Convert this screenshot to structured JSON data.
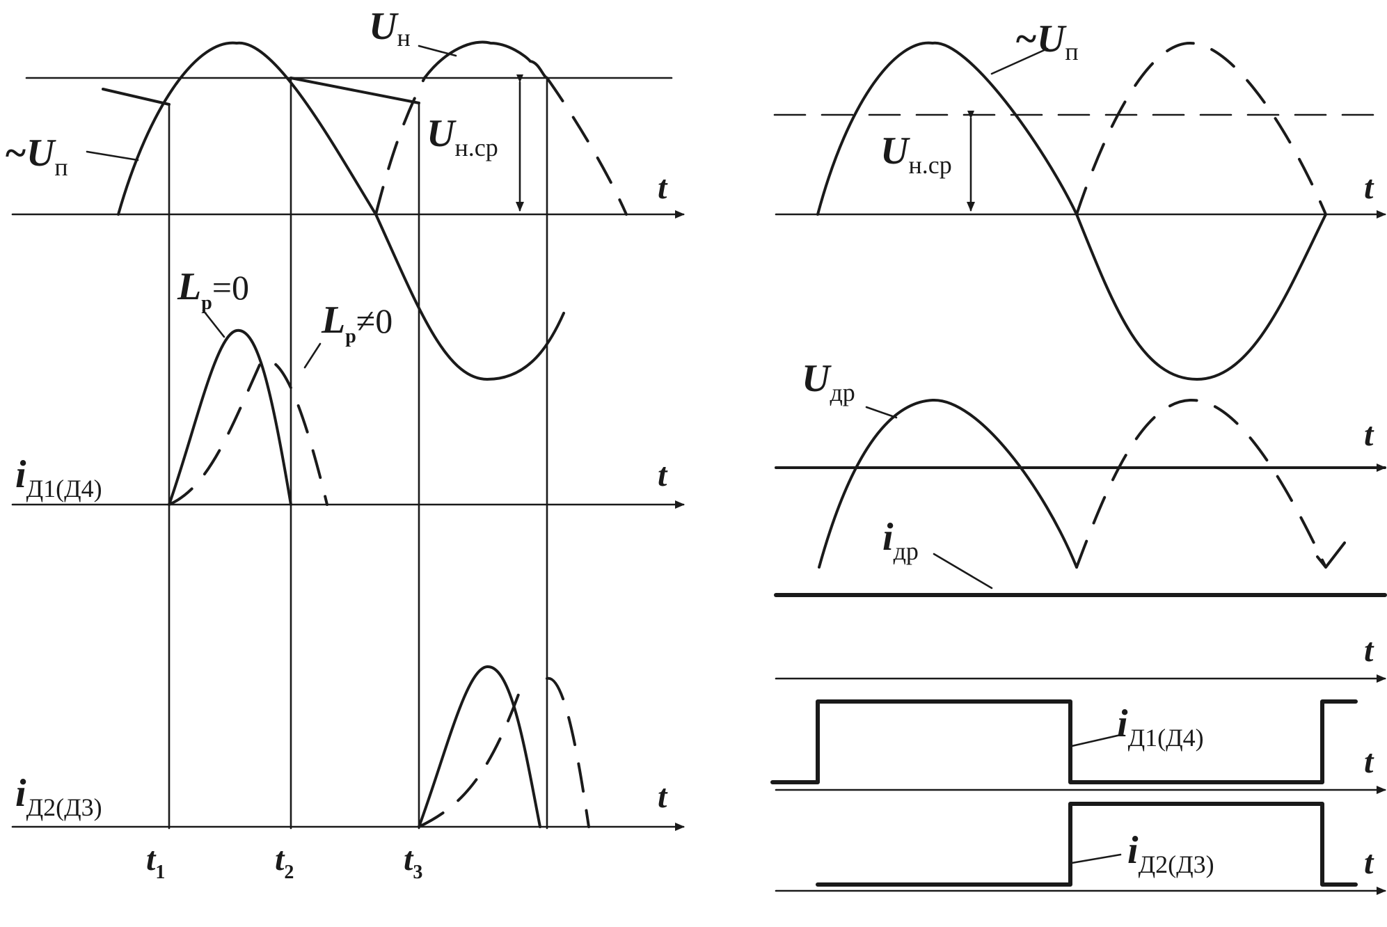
{
  "labels": {
    "U_main": "U",
    "U_main_sub": "н",
    "Up_left_tilde": "~U",
    "Up_left_sub": "п",
    "Unsr_left": "U",
    "Unsr_left_sub": "н.ср",
    "Lp0": "L",
    "Lp0_sub": "р",
    "Lp0_rest": "=0",
    "Lpn": "L",
    "Lpn_sub": "р",
    "Lpn_rest": "≠0",
    "iD1_left": "i",
    "iD1_left_sub": "Д1(Д4)",
    "iD2_left": "i",
    "iD2_left_sub": "Д2(Д3)",
    "t1": "t",
    "t1_sub": "1",
    "t2": "t",
    "t2_sub": "2",
    "t3": "t",
    "t3_sub": "3",
    "t_axis": "t",
    "Up_right_tilde": "~U",
    "Up_right_sub": "п",
    "Unsr_right": "U",
    "Unsr_right_sub": "н.ср",
    "Udr": "U",
    "Udr_sub": "др",
    "idr": "i",
    "idr_sub": "др",
    "iD1_right": "i",
    "iD1_right_sub": "Д1(Д4)",
    "iD2_right": "i",
    "iD2_right_sub": "Д2(Д3)"
  }
}
